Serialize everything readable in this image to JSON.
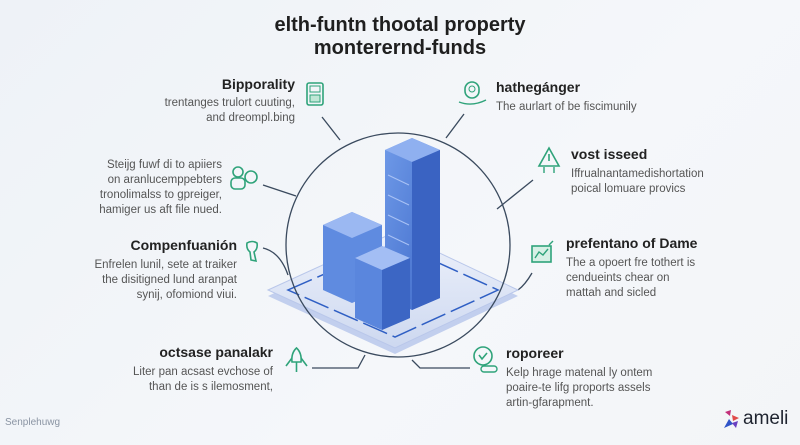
{
  "title": {
    "line1": "elth-funtn thootal property",
    "line2": "monterernd-funds"
  },
  "left_items": [
    {
      "title": "Bipporality",
      "desc": [
        "trentanges trulort cuuting,",
        "and dreompl.bing"
      ],
      "icon": "calculator-icon"
    },
    {
      "title": "",
      "desc": [
        "Steijg fuwf di to apiiers",
        "on aranlucemppebters",
        "tronolimalss to gpreiger,",
        "hamiger us aft file nued."
      ],
      "icon": "people-icon"
    },
    {
      "title": "Compenfuanión",
      "desc": [
        "Enfrelen lunil, sete at traiker",
        "the disitigned lund aranpat",
        "synij, ofomiond viui."
      ],
      "icon": "tooth-icon"
    },
    {
      "title": "octsase panalakr",
      "desc": [
        "Liter pan acsast evchose of",
        "than de is s ilemosment,"
      ],
      "icon": "rocket-icon"
    }
  ],
  "right_items": [
    {
      "title": "hathegánger",
      "desc": [
        "The aurlart of be fiscimunily"
      ],
      "icon": "user-badge-icon"
    },
    {
      "title": "vost isseed",
      "desc": [
        "Iffrualnantamedishortation",
        "poical lomuare provics"
      ],
      "icon": "warning-triangle-icon"
    },
    {
      "title": "prefentano of Dame",
      "desc": [
        "The a opoert fre tothert is",
        "cendueints chear on",
        "mattah and sicled"
      ],
      "icon": "chart-frame-icon"
    },
    {
      "title": "roporeer",
      "desc": [
        "Kelp hrage matenal ly ontem",
        "poaire-te lifg proports assels",
        "artin-gfarapment."
      ],
      "icon": "shield-check-icon"
    }
  ],
  "footer": {
    "label": "Senplehuwg"
  },
  "logo": {
    "text": "ameli"
  },
  "colors": {
    "accent": "#2fa37a",
    "building": "#4f7fdc",
    "line": "#3a4a5e"
  }
}
